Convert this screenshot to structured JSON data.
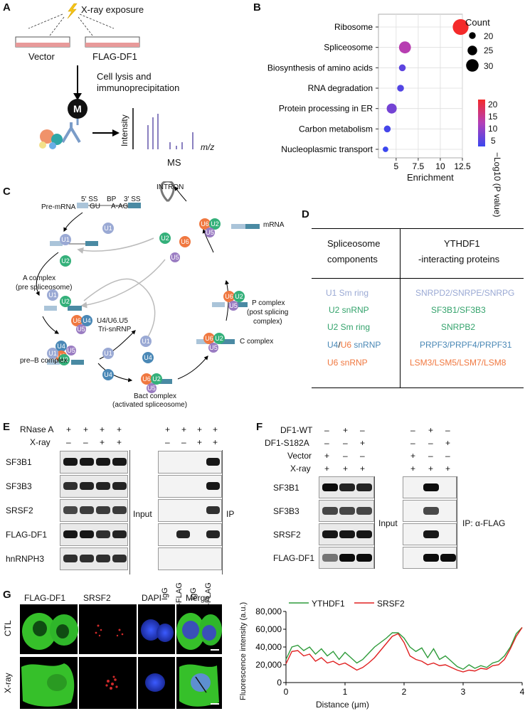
{
  "panels": {
    "A": "A",
    "B": "B",
    "C": "C",
    "D": "D",
    "E": "E",
    "F": "F",
    "G": "G"
  },
  "panelA": {
    "xray": "X-ray exposure",
    "vector": "Vector",
    "flag": "FLAG-DF1",
    "lysis1": "Cell lysis and",
    "lysis2": "immunoprecipitation",
    "m": "M",
    "intensity": "Intensity",
    "mz": "m/z",
    "ms": "MS"
  },
  "panelB": {
    "legend_title": "Count",
    "size_legend": [
      "20",
      "25",
      "30"
    ],
    "color_legend_title": "−Log10 (P value)",
    "color_ticks": [
      "20",
      "15",
      "10",
      "5"
    ],
    "xlabel": "Enrichment",
    "xticks": [
      "5",
      "7.5",
      "10",
      "12.5"
    ]
  },
  "chart_data": [
    {
      "type": "scatter",
      "xlabel": "Enrichment",
      "categories": [
        "Ribosome",
        "Spliceosome",
        "Biosynthesis of amino acids",
        "RNA degradation",
        "Protein processing in ER",
        "Carbon metabolism",
        "Nucleoplasmic transport"
      ],
      "x": [
        12.3,
        6.0,
        5.7,
        5.5,
        4.5,
        4.0,
        3.8
      ],
      "count": [
        33,
        27,
        19,
        19,
        24,
        19,
        17
      ],
      "neg_log10_p": [
        24,
        14,
        6,
        5,
        8,
        4,
        3
      ],
      "xlim": [
        3,
        12.5
      ],
      "xticks": [
        5,
        7.5,
        10,
        12.5
      ],
      "color_scale": {
        "low": "#3b47ef",
        "mid": "#b33fb8",
        "high": "#f42a2a"
      }
    },
    {
      "type": "line",
      "xlabel": "Distance (μm)",
      "ylabel": "Fluorescence intensity (a.u.)",
      "xlim": [
        0,
        4
      ],
      "ylim": [
        0,
        80000
      ],
      "xticks": [
        0,
        1,
        2,
        3,
        4
      ],
      "yticks": [
        0,
        20000,
        40000,
        60000,
        80000
      ],
      "ytick_labels": [
        "0",
        "20,000",
        "40,000",
        "60,000",
        "80,000"
      ],
      "series": [
        {
          "name": "YTHDF1",
          "color": "#2e9b3a",
          "x": [
            0,
            0.1,
            0.2,
            0.3,
            0.4,
            0.5,
            0.6,
            0.7,
            0.8,
            0.9,
            1.0,
            1.1,
            1.2,
            1.3,
            1.4,
            1.5,
            1.6,
            1.7,
            1.8,
            1.9,
            2.0,
            2.1,
            2.2,
            2.3,
            2.4,
            2.5,
            2.6,
            2.7,
            2.8,
            2.9,
            3.0,
            3.1,
            3.2,
            3.3,
            3.4,
            3.5,
            3.6,
            3.7,
            3.8,
            3.9,
            4.0
          ],
          "y": [
            26000,
            40000,
            42000,
            36000,
            40000,
            32000,
            38000,
            30000,
            35000,
            26000,
            34000,
            28000,
            22000,
            26000,
            33000,
            40000,
            45000,
            50000,
            56000,
            56000,
            50000,
            40000,
            35000,
            39000,
            28000,
            38000,
            26000,
            30000,
            24000,
            18000,
            15000,
            20000,
            16000,
            19000,
            17000,
            22000,
            24000,
            30000,
            40000,
            55000,
            62000
          ]
        },
        {
          "name": "SRSF2",
          "color": "#e02020",
          "x": [
            0,
            0.1,
            0.2,
            0.3,
            0.4,
            0.5,
            0.6,
            0.7,
            0.8,
            0.9,
            1.0,
            1.1,
            1.2,
            1.3,
            1.4,
            1.5,
            1.6,
            1.7,
            1.8,
            1.9,
            2.0,
            2.1,
            2.2,
            2.3,
            2.4,
            2.5,
            2.6,
            2.7,
            2.8,
            2.9,
            3.0,
            3.1,
            3.2,
            3.3,
            3.4,
            3.5,
            3.6,
            3.7,
            3.8,
            3.9,
            4.0
          ],
          "y": [
            21000,
            35000,
            36000,
            30000,
            32000,
            24000,
            28000,
            22000,
            24000,
            20000,
            22000,
            18000,
            14000,
            17000,
            22000,
            28000,
            36000,
            44000,
            52000,
            55000,
            45000,
            30000,
            26000,
            24000,
            20000,
            22000,
            19000,
            20000,
            17000,
            14000,
            12000,
            14000,
            13000,
            16000,
            15000,
            19000,
            20000,
            26000,
            38000,
            52000,
            62000
          ]
        }
      ]
    }
  ],
  "panelC": {
    "intron": "INTRON",
    "premrna": "Pre-mRNA",
    "ss5": "5′ SS",
    "bp": "BP",
    "ss3": "3′ SS",
    "gu": "GU",
    "aag": "A-AG",
    "mrna": "mRNA",
    "a_complex": "A complex",
    "a_complex2": "(pre spliceosome)",
    "tri1": "U4/U6.U5",
    "tri2": "Tri-snRNP",
    "preb": "pre–B complex",
    "bact1": "Bact complex",
    "bact2": "(activated spliceosome)",
    "c_complex": "C complex",
    "p1": "P complex",
    "p2": "(post splicing",
    "p3": "complex)",
    "u1": "U1",
    "u2": "U2",
    "u4": "U4",
    "u5": "U5",
    "u6": "U6"
  },
  "panelD": {
    "header_left1": "Spliceosome",
    "header_left2": "components",
    "header_right1": "YTHDF1",
    "header_right2": "-interacting proteins",
    "rows": [
      {
        "left": "U1 Sm ring",
        "right": "SNRPD2/SNRPE/SNRPG",
        "color": "#9aa9d4"
      },
      {
        "left": "U2 snRNP",
        "right": "SF3B1/SF3B3",
        "color": "#34a36c"
      },
      {
        "left": "U2 Sm ring",
        "right": "SNRPB2",
        "color": "#34a36c"
      },
      {
        "left_a": "U4",
        "left_sep": "/",
        "left_b": "U6",
        "left_c": " snRNP",
        "right": "PRPF3/PRPF4/PRPF31",
        "color": "#4a88b6",
        "color2": "#f07840"
      },
      {
        "left": "U6 snRNP",
        "right": "LSM3/LSM5/LSM7/LSM8",
        "color": "#f07840"
      }
    ]
  },
  "panelE": {
    "rnase": "RNase A",
    "xray": "X-ray",
    "rnase_vals": [
      "+",
      "+",
      "+",
      "+"
    ],
    "xray_vals": [
      "–",
      "–",
      "+",
      "+"
    ],
    "ip_rnase_vals": [
      "+",
      "+",
      "+",
      "+"
    ],
    "ip_xray_vals": [
      "–",
      "–",
      "+",
      "+"
    ],
    "rows": [
      "SF3B1",
      "SF3B3",
      "SRSF2",
      "FLAG-DF1",
      "hnRNPH3"
    ],
    "input": "Input",
    "ip": "IP",
    "lanes": [
      "IgG",
      "α-FLAG",
      "IgG",
      "α-FLAG"
    ]
  },
  "panelF": {
    "dfwt": "DF1-WT",
    "dfs": "DF1-S182A",
    "vector": "Vector",
    "xray": "X-ray",
    "dfwt_vals": [
      "–",
      "+",
      "–"
    ],
    "dfs_vals": [
      "–",
      "–",
      "+"
    ],
    "vector_vals": [
      "+",
      "–",
      "–"
    ],
    "xray_vals": [
      "+",
      "+",
      "+"
    ],
    "rows": [
      "SF3B1",
      "SF3B3",
      "SRSF2",
      "FLAG-DF1"
    ],
    "input": "Input",
    "ip": "IP: α-FLAG"
  },
  "panelG": {
    "cols": [
      "FLAG-DF1",
      "SRSF2",
      "DAPI",
      "Merge"
    ],
    "rows": [
      "CTL",
      "X-ray"
    ],
    "legend": [
      "YTHDF1",
      "SRSF2"
    ],
    "ylabel": "Fluorescence intensity (a.u.)",
    "xlabel": "Distance (μm)"
  }
}
